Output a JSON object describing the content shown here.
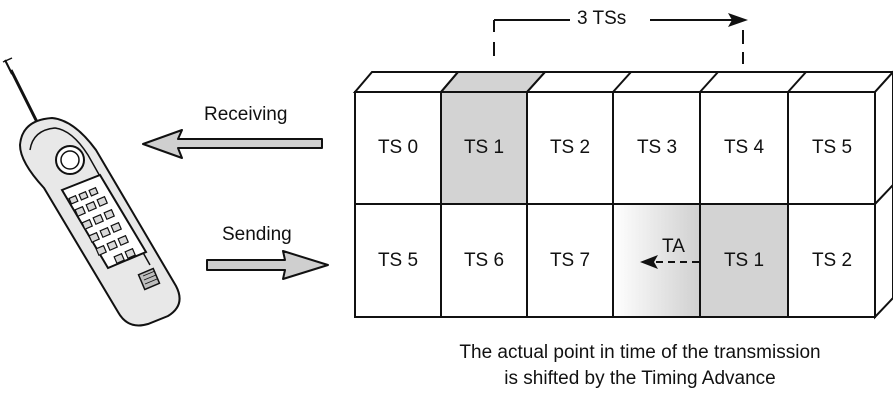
{
  "span_label": "3 TSs",
  "receiving_label": "Receiving",
  "sending_label": "Sending",
  "ta_label": "TA",
  "top_row": [
    "TS 0",
    "TS 1",
    "TS 2",
    "TS 3",
    "TS 4",
    "TS 5"
  ],
  "bottom_row": [
    "TS 5",
    "TS 6",
    "TS 7",
    "",
    "TS 1",
    "TS 2"
  ],
  "caption_line1": "The actual point in time of the transmission",
  "caption_line2": "is shifted by the Timing Advance",
  "colors": {
    "highlight": "#d3d3d3",
    "stroke": "#111111",
    "arrow_fill": "#cfcfcf"
  }
}
